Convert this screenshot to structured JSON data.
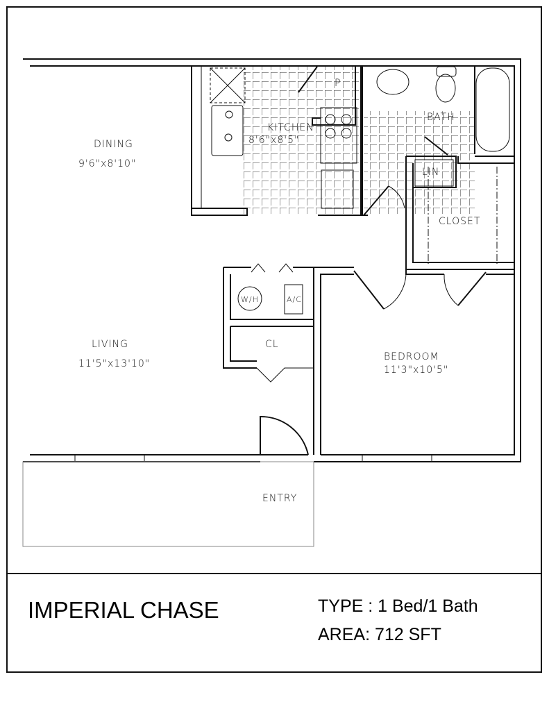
{
  "rooms": {
    "dining": {
      "name": "DINING",
      "size": "9'6\"x8'10\""
    },
    "kitchen": {
      "name": "KITCHEN",
      "size": "8'6\"x8'5\""
    },
    "pantry": "P",
    "bath": "BATH",
    "linen": "LIN",
    "closet": "CLOSET",
    "water_heater": "W/H",
    "ac": "A/C",
    "coat_closet": "CL",
    "living": {
      "name": "LIVING",
      "size": "11'5\"x13'10\""
    },
    "bedroom": {
      "name": "BEDROOM",
      "size": "11'3\"x10'5\""
    },
    "entry": "ENTRY"
  },
  "title_block": {
    "property": "IMPERIAL CHASE",
    "type": "TYPE : 1 Bed/1 Bath",
    "area": "AREA: 712 SFT"
  }
}
